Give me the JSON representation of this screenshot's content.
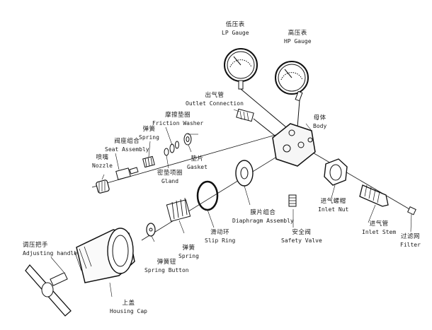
{
  "parts": {
    "lp_gauge": {
      "zh": "低压表",
      "en": "LP Gauge"
    },
    "hp_gauge": {
      "zh": "高压表",
      "en": "HP Gauge"
    },
    "outlet_connection": {
      "zh": "出气管",
      "en": "Outlet Connection"
    },
    "body": {
      "zh": "母体",
      "en": "Body"
    },
    "friction_washer": {
      "zh": "摩擦垫圈",
      "en": "Friction Washer"
    },
    "spring_top": {
      "zh": "弹簧",
      "en": "Spring"
    },
    "seat_assembly": {
      "zh": "阀座组合",
      "en": "Seat Assembly"
    },
    "nozzle": {
      "zh": "喷嘴",
      "en": "Nozzle"
    },
    "gland": {
      "zh": "密垫项圈",
      "en": "Gland"
    },
    "gasket": {
      "zh": "垫片",
      "en": "Gasket"
    },
    "diaphragm_assembly": {
      "zh": "膜片组合",
      "en": "Diaphragm Assembly"
    },
    "inlet_nut": {
      "zh": "进气螺帽",
      "en": "Inlet Nut"
    },
    "inlet_stem": {
      "zh": "进气管",
      "en": "Inlet Stem"
    },
    "filter": {
      "zh": "过滤网",
      "en": "Filter"
    },
    "safety_valve": {
      "zh": "安全阀",
      "en": "Safety Valve"
    },
    "slip_ring": {
      "zh": "滑动环",
      "en": "Slip Ring"
    },
    "spring_bottom": {
      "zh": "弹簧",
      "en": "Spring"
    },
    "spring_button": {
      "zh": "弹簧钮",
      "en": "Spring Button"
    },
    "adjusting_handle": {
      "zh": "调压把手",
      "en": "Adjusting handle"
    },
    "housing_cap": {
      "zh": "上盖",
      "en": "Housing Cap"
    }
  }
}
